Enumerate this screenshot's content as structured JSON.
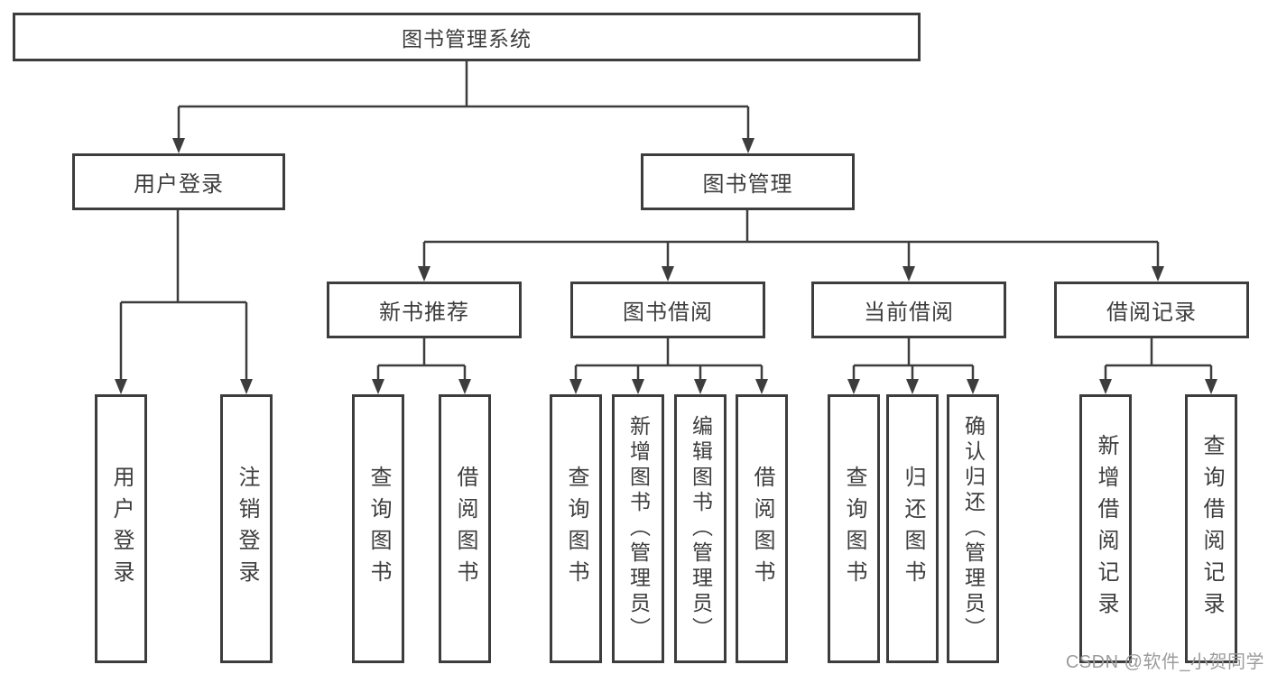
{
  "colors": {
    "line": "#3d3d3d",
    "text": "#3d3d3d",
    "watermark": "#9c9c9c",
    "bg": "#ffffff"
  },
  "watermark": {
    "text": "CSDN @软件_小贺同学"
  },
  "tree": {
    "root": {
      "label": "图书管理系统"
    },
    "user_login": {
      "label": "用户登录",
      "children": [
        {
          "label": "用户登录"
        },
        {
          "label": "注销登录"
        }
      ]
    },
    "book_management": {
      "label": "图书管理",
      "sections": [
        {
          "label": "新书推荐",
          "children": [
            {
              "label": "查询图书"
            },
            {
              "label": "借阅图书"
            }
          ]
        },
        {
          "label": "图书借阅",
          "children": [
            {
              "label": "查询图书"
            },
            {
              "label": "新增图书（管理员）"
            },
            {
              "label": "编辑图书（管理员）"
            },
            {
              "label": "借阅图书"
            }
          ]
        },
        {
          "label": "当前借阅",
          "children": [
            {
              "label": "查询图书"
            },
            {
              "label": "归还图书"
            },
            {
              "label": "确认归还（管理员）"
            }
          ]
        },
        {
          "label": "借阅记录",
          "children": [
            {
              "label": "新增借阅记录"
            },
            {
              "label": "查询借阅记录"
            }
          ]
        }
      ]
    }
  }
}
